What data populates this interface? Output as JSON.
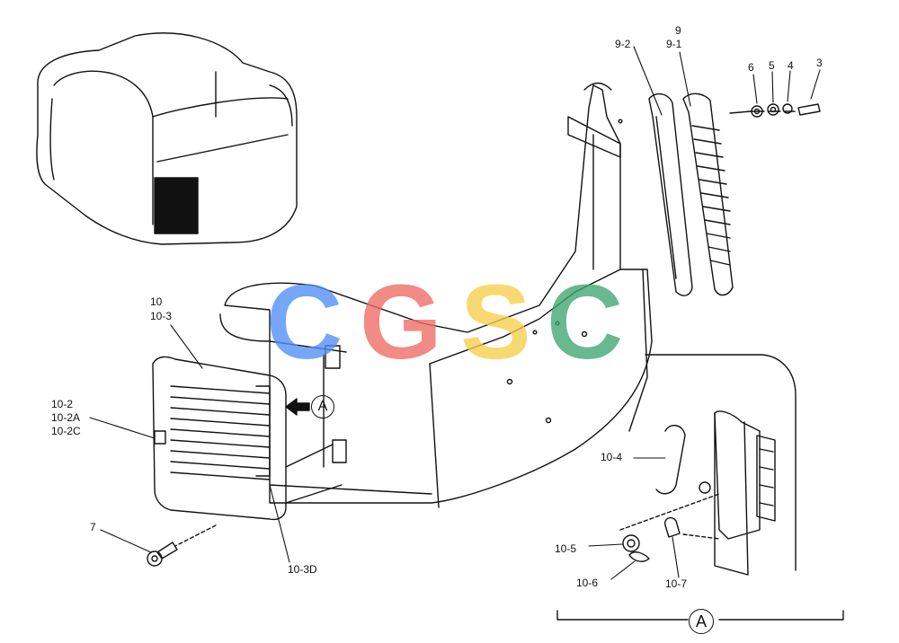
{
  "labels": {
    "l9": "9",
    "l9_1": "9-1",
    "l9_2": "9-2",
    "l6": "6",
    "l5": "5",
    "l4": "4",
    "l3": "3",
    "l10": "10",
    "l10_3": "10-3",
    "l10_2": "10-2",
    "l10_2A": "10-2A",
    "l10_2C": "10-2C",
    "l7": "7",
    "l10_3D": "10-3D",
    "l10_4": "10-4",
    "l10_5": "10-5",
    "l10_6": "10-6",
    "l10_7": "10-7"
  },
  "view_marker": "A",
  "detail_marker": "A",
  "watermark": {
    "letters": [
      "C",
      "G",
      "S",
      "C"
    ],
    "colors": [
      "#4f8ef7",
      "#ef6b63",
      "#f7cf4a",
      "#3fa672"
    ]
  }
}
